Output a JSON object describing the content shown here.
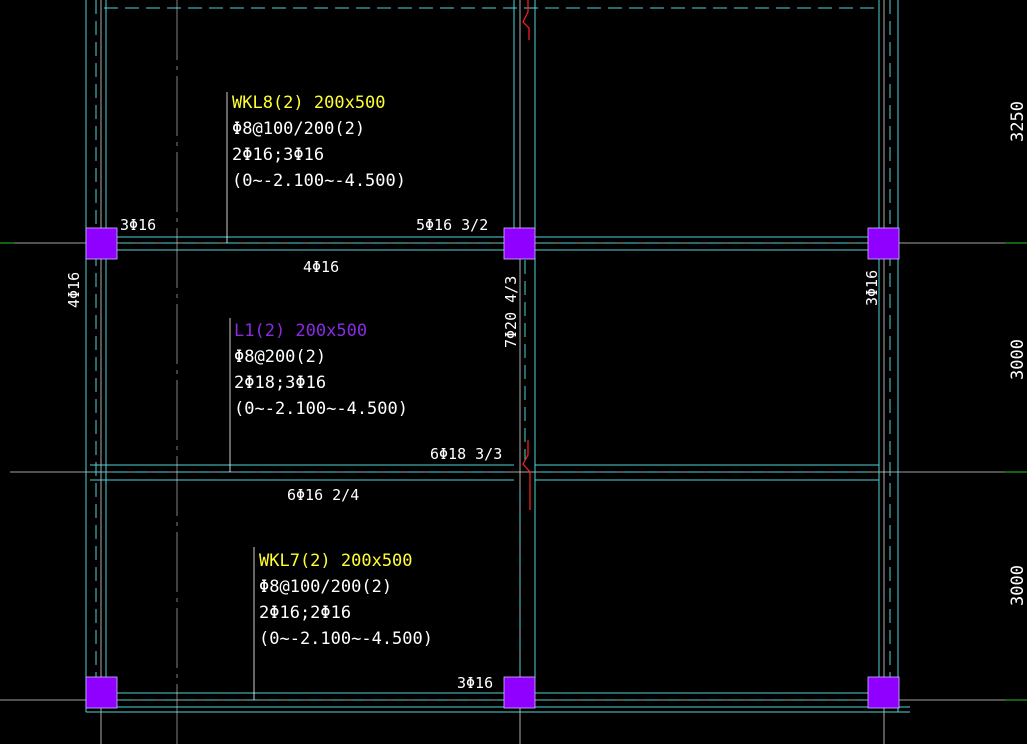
{
  "colors": {
    "background": "#000000",
    "beam_line": "#4fd3d8",
    "dashed_line": "#4fd3d8",
    "axis_line": "#d8d8d8",
    "column": "#8f00ff",
    "column_outline": "#cfb9ff",
    "text": "#ffffff",
    "frame_beam_label": "#ffff33",
    "secondary_beam_label": "#8a2be2",
    "break_mark": "#ff2222",
    "green_tick": "#22c422"
  },
  "beams": {
    "wkl8": {
      "name": "WKL8(2) 200x500",
      "stirrup": "Φ8@100/200(2)",
      "bars": "2Φ16;3Φ16",
      "elevation": "(0~-2.100~-4.500)"
    },
    "l1": {
      "name": "L1(2) 200x500",
      "stirrup": "Φ8@200(2)",
      "bars": "2Φ18;3Φ16",
      "elevation": "(0~-2.100~-4.500)"
    },
    "wkl7": {
      "name": "WKL7(2) 200x500",
      "stirrup": "Φ8@100/200(2)",
      "bars": "2Φ16;2Φ16",
      "elevation": "(0~-2.100~-4.500)"
    }
  },
  "rebar_labels": {
    "top_left_3phi16": "3Φ16",
    "top_mid_5phi16": "5Φ16 3/2",
    "bottom_4phi16": "4Φ16",
    "left_vertical_4phi16": "4Φ16",
    "mid_vertical_7phi20": "7Φ20 4/3",
    "right_vertical_3phi16": "3Φ16",
    "mid_6phi18": "6Φ18 3/3",
    "mid_bottom_6phi16": "6Φ16 2/4",
    "bottom_3phi16": "3Φ16"
  },
  "dimensions": {
    "top": "3250",
    "middle": "3000",
    "bottom": "3000"
  }
}
